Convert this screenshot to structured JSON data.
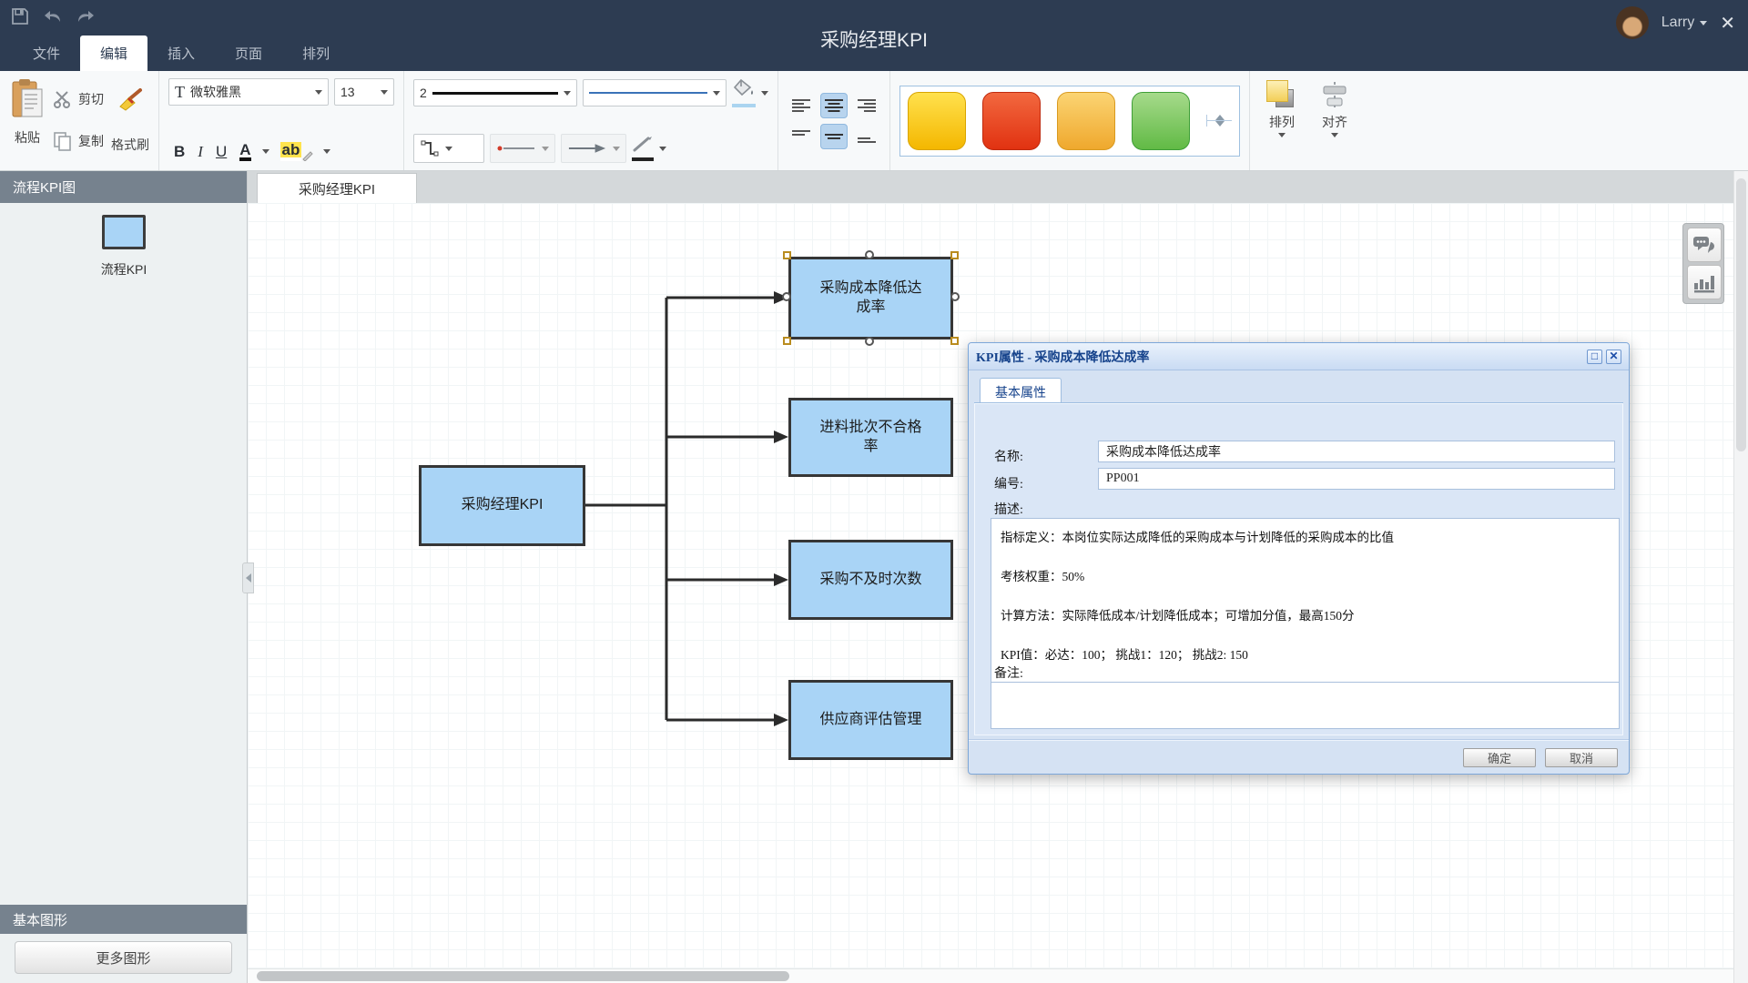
{
  "titlebar": {
    "title": "采购经理KPI",
    "user": "Larry",
    "close_glyph": "✕"
  },
  "menu": {
    "items": [
      {
        "label": "文件",
        "active": false
      },
      {
        "label": "编辑",
        "active": true
      },
      {
        "label": "插入",
        "active": false
      },
      {
        "label": "页面",
        "active": false
      },
      {
        "label": "排列",
        "active": false
      }
    ]
  },
  "ribbon": {
    "paste": "粘贴",
    "cut": "剪切",
    "copy": "复制",
    "format_painter": "格式刷",
    "font_icon": "T",
    "font_name": "微软雅黑",
    "font_size": "13",
    "bold": "B",
    "italic": "I",
    "underline": "U",
    "font_color": "A",
    "highlight": "ab",
    "line_width": "2",
    "arrange": "排列",
    "align": "对齐",
    "theme_swatches": [
      "#f4b700",
      "#e13211",
      "#efa82d",
      "#61ba45"
    ]
  },
  "sidebar": {
    "header": "流程KPI图",
    "shape_label": "流程KPI",
    "footer_header": "基本图形",
    "more_shapes": "更多图形"
  },
  "tabstrip": {
    "active_tab": "采购经理KPI"
  },
  "canvas": {
    "nodes": [
      {
        "label": "采购经理KPI",
        "role": "root"
      },
      {
        "label": "采购成本降低达成率",
        "selected": true
      },
      {
        "label": "进料批次不合格率"
      },
      {
        "label": "采购不及时次数"
      },
      {
        "label": "供应商评估管理"
      }
    ],
    "node_fill": "#a9d4f6",
    "node_border": "#363636"
  },
  "dialog": {
    "title": "KPI属性 - 采购成本降低达成率",
    "maximize_glyph": "□",
    "close_glyph": "✕",
    "tab": "基本属性",
    "name_label": "名称:",
    "name_value": "采购成本降低达成率",
    "code_label": "编号:",
    "code_value": "PP001",
    "desc_label": "描述:",
    "desc_lines": [
      "指标定义：本岗位实际达成降低的采购成本与计划降低的采购成本的比值",
      "考核权重：50%",
      "计算方法：实际降低成本/计划降低成本；可增加分值，最高150分",
      "KPI值：必达：100； 挑战1：120； 挑战2: 150"
    ],
    "notes_label": "备注:",
    "ok": "确定",
    "cancel": "取消"
  },
  "colors": {
    "titlebar_bg": "#2d3c52",
    "dialog_accent": "#15428b",
    "sidebar_header_bg": "#76828e"
  }
}
